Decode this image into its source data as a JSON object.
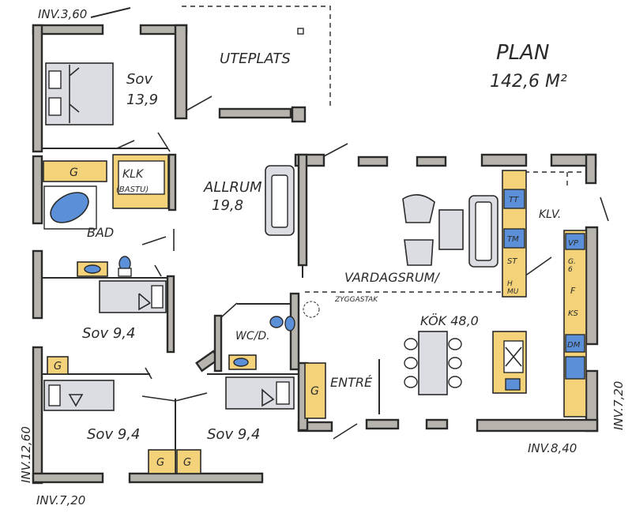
{
  "plan": {
    "title": "PLAN",
    "area": "142,6 M²",
    "colors": {
      "wall": "#b7b4ad",
      "storage": "#f3d27a",
      "appliance": "#5b8fd8",
      "furniture": "#dcdde2"
    }
  },
  "rooms": {
    "uteplats": "UTEPLATS",
    "sov_master": "Sov",
    "sov_master_area": "13,9",
    "klk": "KLK",
    "bastu": "(BASTU)",
    "bad": "BAD",
    "allrum": "ALLRUM",
    "allrum_area": "19,8",
    "sov2": "Sov 9,4",
    "sov3": "Sov 9,4",
    "sov4": "Sov 9,4",
    "wc": "WC/D.",
    "vardagsrum": "VARDAGSRUM/",
    "zyggastak": "ZYGGASTAK",
    "kok": "KÖK 48,0",
    "entre": "ENTRÉ",
    "klv": "KLV."
  },
  "storage_labels": {
    "g": "G"
  },
  "appliance_labels": {
    "tt": "TT",
    "tm": "TM",
    "st": "ST",
    "hm": "H\nMU",
    "vp": "VP",
    "g6": "G.\n6",
    "f": "F",
    "ks": "KS",
    "dm": "DM"
  },
  "dimensions": {
    "top": "INV.3,60",
    "left": "INV.12,60",
    "bottom_left": "INV.7,20",
    "bottom_right": "INV.8,40",
    "right": "INV.7,20"
  }
}
